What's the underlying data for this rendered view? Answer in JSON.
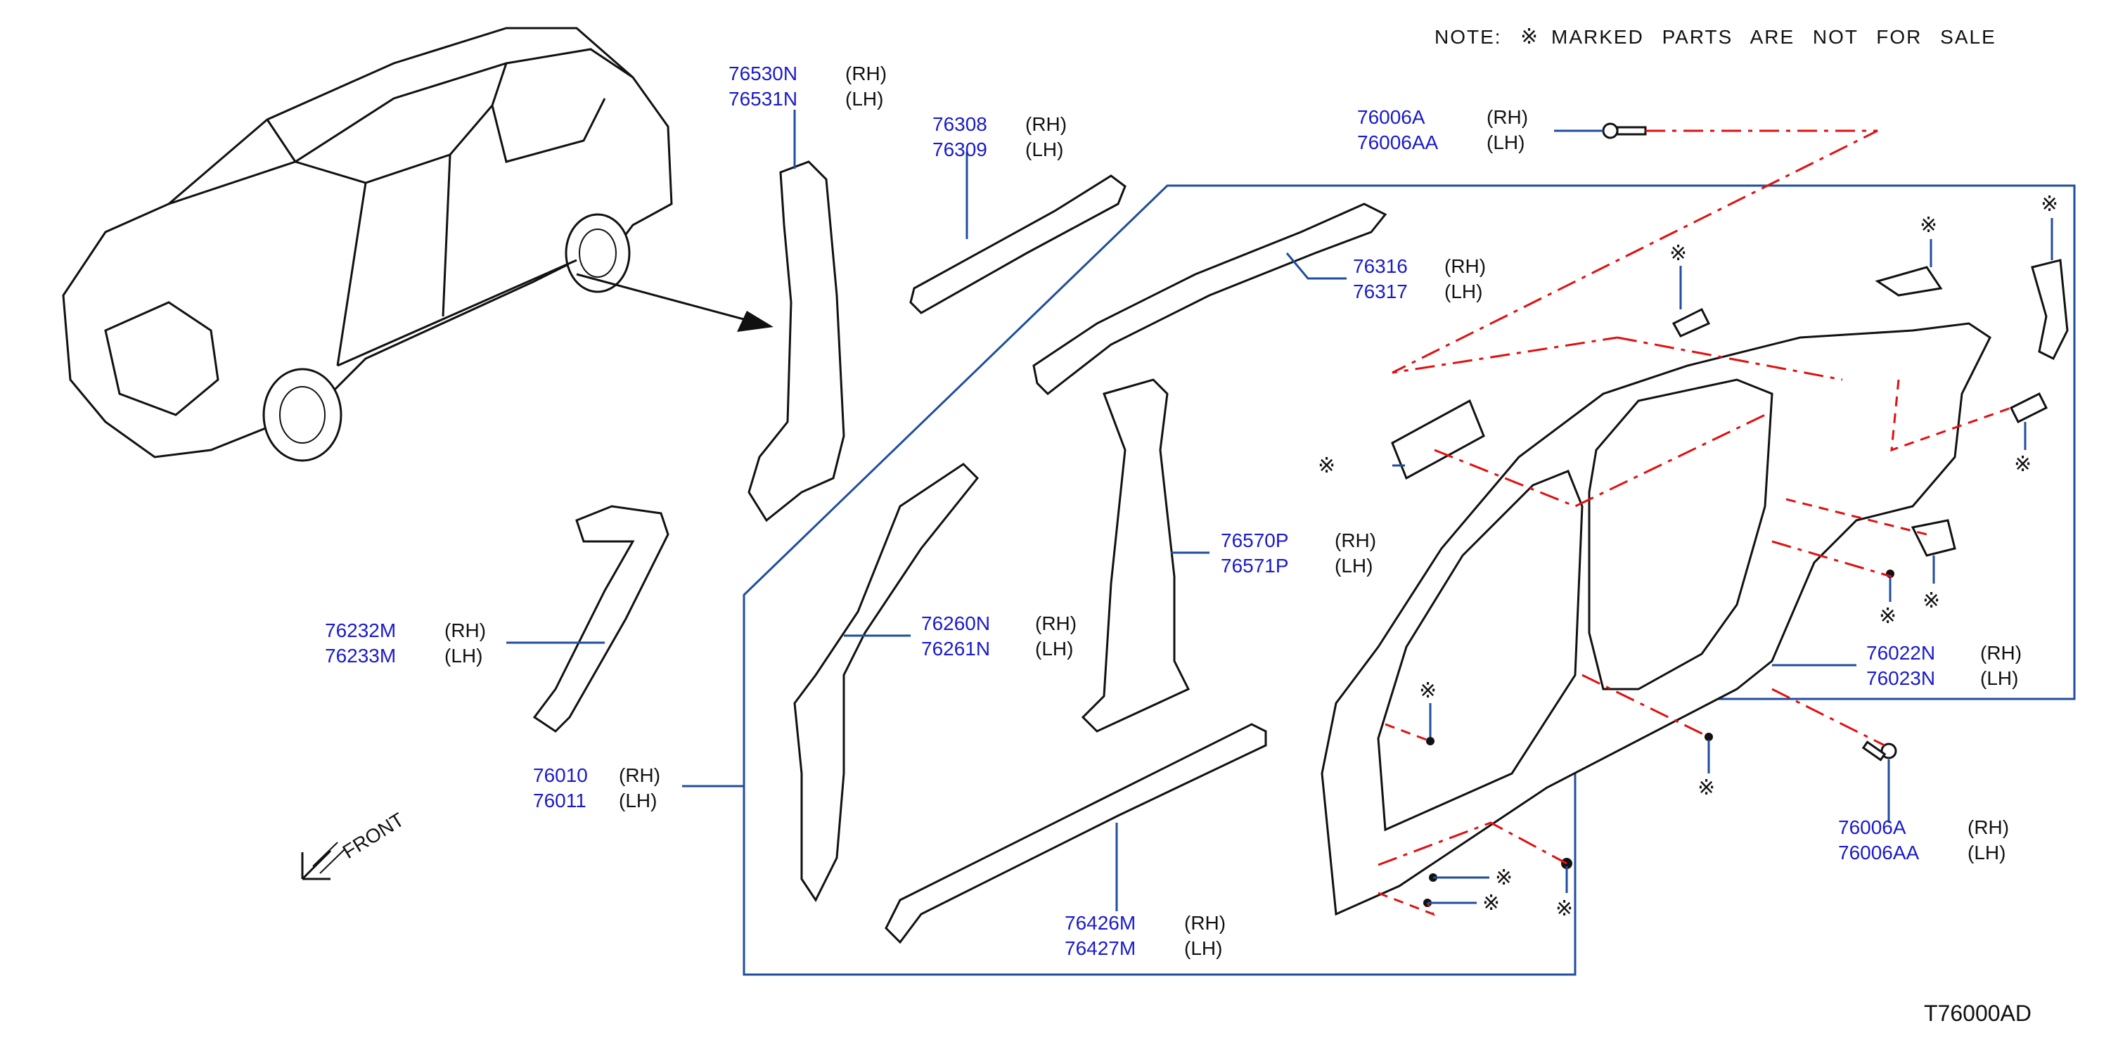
{
  "note": {
    "prefix": "NOTE:",
    "symbol": "※",
    "text": "MARKED PARTS ARE NOT FOR SALE"
  },
  "figure_code": "T76000AD",
  "front_label": "FRONT",
  "not_for_sale_mark": "※",
  "colors": {
    "part_number": "#1a1acc",
    "leader": "#1f4e9e",
    "dash": "#e01010",
    "outline": "#111111"
  },
  "callouts": [
    {
      "id": "c-76530n",
      "rh": "76530N",
      "lh": "76531N",
      "rh_side": "(RH)",
      "lh_side": "(LH)"
    },
    {
      "id": "c-76308",
      "rh": "76308",
      "lh": "76309",
      "rh_side": "(RH)",
      "lh_side": "(LH)"
    },
    {
      "id": "c-76006a-top",
      "rh": "76006A",
      "lh": "76006AA",
      "rh_side": "(RH)",
      "lh_side": "(LH)"
    },
    {
      "id": "c-76316",
      "rh": "76316",
      "lh": "76317",
      "rh_side": "(RH)",
      "lh_side": "(LH)"
    },
    {
      "id": "c-76570p",
      "rh": "76570P",
      "lh": "76571P",
      "rh_side": "(RH)",
      "lh_side": "(LH)"
    },
    {
      "id": "c-76232m",
      "rh": "76232M",
      "lh": "76233M",
      "rh_side": "(RH)",
      "lh_side": "(LH)"
    },
    {
      "id": "c-76260n",
      "rh": "76260N",
      "lh": "76261N",
      "rh_side": "(RH)",
      "lh_side": "(LH)"
    },
    {
      "id": "c-76022n",
      "rh": "76022N",
      "lh": "76023N",
      "rh_side": "(RH)",
      "lh_side": "(LH)"
    },
    {
      "id": "c-76010",
      "rh": "76010",
      "lh": "76011",
      "rh_side": "(RH)",
      "lh_side": "(LH)"
    },
    {
      "id": "c-76006a-bottom",
      "rh": "76006A",
      "lh": "76006AA",
      "rh_side": "(RH)",
      "lh_side": "(LH)"
    },
    {
      "id": "c-76426m",
      "rh": "76426M",
      "lh": "76427M",
      "rh_side": "(RH)",
      "lh_side": "(LH)"
    }
  ]
}
